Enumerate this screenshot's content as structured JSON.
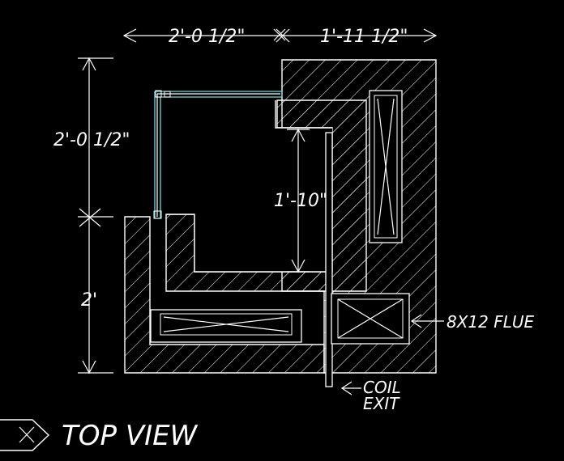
{
  "drawing": {
    "dimensions": {
      "top_left": "2'-0 1/2\"",
      "top_right": "1'-11 1/2\"",
      "left_upper": "2'-0 1/2\"",
      "left_lower": "2'",
      "inner_vertical": "1'-10\""
    },
    "callouts": {
      "flue": "8X12 FLUE",
      "coil_line1": "COIL",
      "coil_line2": "EXIT"
    },
    "view_title": "TOP VIEW",
    "colors": {
      "background": "#000000",
      "linework": "#ffffff",
      "highlight": "#5fe0e0"
    }
  }
}
